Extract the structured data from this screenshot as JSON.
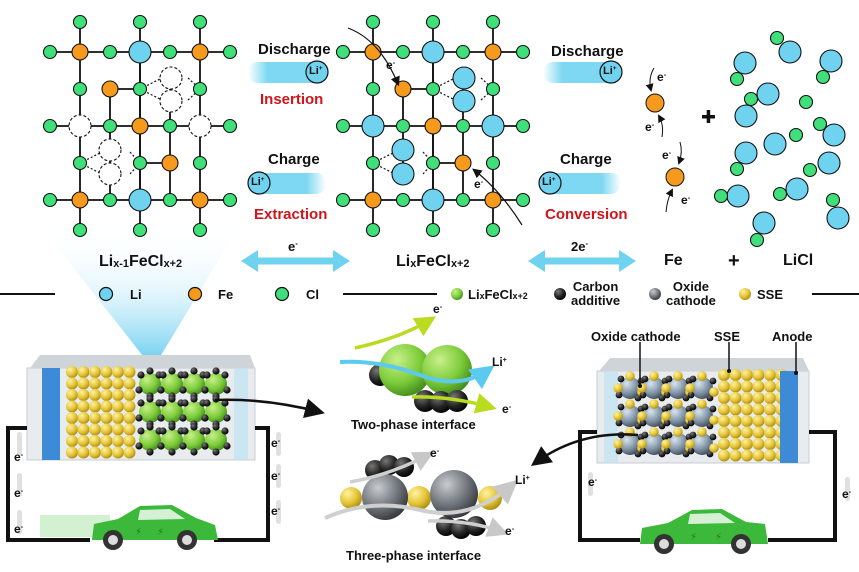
{
  "colors": {
    "li": "#6fd3f0",
    "fe": "#f59a1c",
    "cl": "#3fe07a",
    "arrow_blue": "#6fd3f0",
    "red_text": "#d0141b",
    "lixfecl_green": "#7ccb3a",
    "carbon": "#222222",
    "oxide": "#6d7278",
    "sse": "#e3c235",
    "anode_blue": "#3d8ad6",
    "car_green": "#3cb83a"
  },
  "top": {
    "left_structure": {
      "formula_main": "Li",
      "formula_sub1": "x-1",
      "formula_mid": "FeCl",
      "formula_sub2": "x+2"
    },
    "mid_structure": {
      "formula_main": "Li",
      "formula_sub1": "x",
      "formula_mid": "FeCl",
      "formula_sub2": "x+2",
      "electron_label": "e-"
    },
    "step1": {
      "discharge": "Discharge",
      "insertion": "Insertion",
      "charge": "Charge",
      "extraction": "Extraction",
      "ion": "Li",
      "ion_charge": "+",
      "arrow_label": "e",
      "arrow_label_sup": "-"
    },
    "step2": {
      "discharge": "Discharge",
      "charge": "Charge",
      "conversion": "Conversion",
      "ion": "Li",
      "ion_charge": "+",
      "arrow_label": "2e",
      "arrow_label_sup": "-"
    },
    "products": {
      "fe": "Fe",
      "plus": "+",
      "licl": "LiCl",
      "electron": "e-"
    },
    "legend": [
      {
        "label": "Li",
        "color_key": "li"
      },
      {
        "label": "Fe",
        "color_key": "fe"
      },
      {
        "label": "Cl",
        "color_key": "cl"
      }
    ]
  },
  "legend2": [
    {
      "label_main": "Li",
      "label_sub1": "x",
      "label_mid": "FeCl",
      "label_sub2": "x+2",
      "color_key": "lixfecl_green"
    },
    {
      "label_line1": "Carbon",
      "label_line2": "additive",
      "color_key": "carbon"
    },
    {
      "label_line1": "Oxide",
      "label_line2": "cathode",
      "color_key": "oxide"
    },
    {
      "label_main": "SSE",
      "color_key": "sse"
    }
  ],
  "bottom": {
    "two_phase": {
      "title": "Two-phase interface",
      "e_top": "e",
      "e_bottom": "e",
      "li": "Li",
      "sup_minus": "-",
      "sup_plus": "+"
    },
    "three_phase": {
      "title": "Three-phase interface",
      "e_top": "e",
      "e_bottom": "e",
      "li": "Li",
      "sup_minus": "-",
      "sup_plus": "+"
    },
    "right_cell_labels": {
      "oxide_cathode": "Oxide cathode",
      "sse": "SSE",
      "anode": "Anode"
    },
    "electron": "e",
    "electron_sup": "-"
  }
}
